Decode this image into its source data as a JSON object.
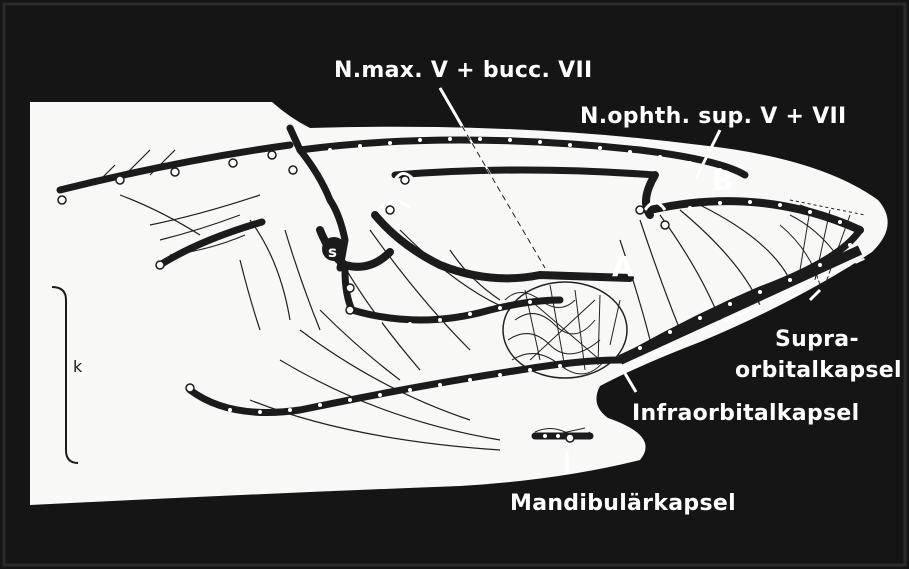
{
  "labels": {
    "n_max": "N.max. V + bucc. VII",
    "n_ophth": "N.ophth. sup. V + VII",
    "a": "A",
    "b": "B",
    "s": "s",
    "k": "k",
    "supra_line1": "Supra-",
    "supra_line2": "orbitalkapsel",
    "infra": "Infraorbitalkapsel",
    "mandibular": "Mandibulärkapsel"
  },
  "colors": {
    "background": "#141414",
    "head": "#ffffff",
    "nerve": "#1b1b1b",
    "label": "#ffffff"
  }
}
